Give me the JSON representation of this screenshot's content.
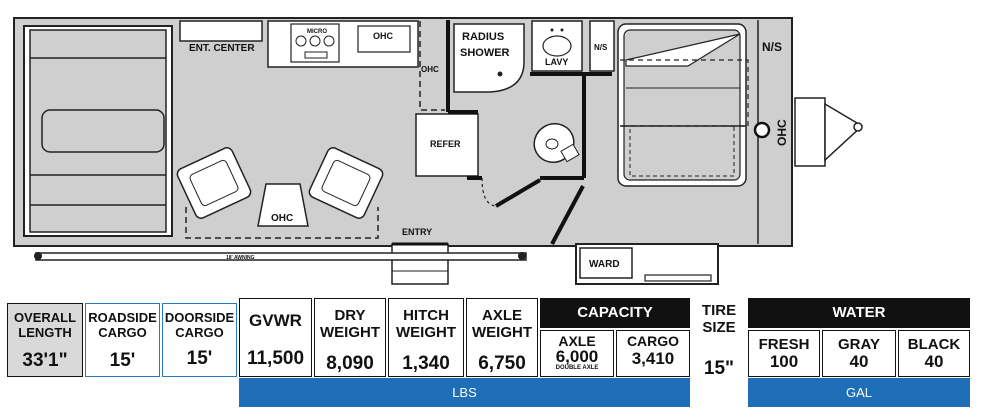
{
  "floorplan": {
    "labels": {
      "ent_center": "ENT. CENTER",
      "micro": "MICRO",
      "ohc_kitchen": "OHC",
      "ohc_side": "OHC",
      "ohc_dinette": "OHC",
      "ohc_front": "OHC",
      "radius_shower_line1": "RADIUS",
      "radius_shower_line2": "SHOWER",
      "lavy": "LAVY",
      "ns_bath": "N/S",
      "ns_front": "N/S",
      "refer": "REFER",
      "entry": "ENTRY",
      "ward": "WARD",
      "awning": "18' AWNING"
    }
  },
  "specs": {
    "overall_length": {
      "label_line1": "OVERALL",
      "label_line2": "LENGTH",
      "value": "33'1\""
    },
    "roadside_cargo": {
      "label_line1": "ROADSIDE",
      "label_line2": "CARGO",
      "value": "15'"
    },
    "doorside_cargo": {
      "label_line1": "DOORSIDE",
      "label_line2": "CARGO",
      "value": "15'"
    },
    "gvwr": {
      "label": "GVWR",
      "value": "11,500"
    },
    "dry_weight": {
      "label_line1": "DRY",
      "label_line2": "WEIGHT",
      "value": "8,090"
    },
    "hitch_weight": {
      "label_line1": "HITCH",
      "label_line2": "WEIGHT",
      "value": "1,340"
    },
    "axle_weight": {
      "label_line1": "AXLE",
      "label_line2": "WEIGHT",
      "value": "6,750"
    },
    "capacity": {
      "header": "CAPACITY",
      "axle_label": "AXLE",
      "axle_value": "6,000",
      "axle_note": "DOUBLE AXLE",
      "cargo_label": "CARGO",
      "cargo_value": "3,410"
    },
    "tire_size": {
      "label_line1": "TIRE",
      "label_line2": "SIZE",
      "value": "15\""
    },
    "water": {
      "header": "WATER",
      "fresh_label": "FRESH",
      "fresh_value": "100",
      "gray_label": "GRAY",
      "gray_value": "40",
      "black_label": "BLACK",
      "black_value": "40"
    },
    "units": {
      "lbs": "LBS",
      "gal": "GAL"
    }
  }
}
